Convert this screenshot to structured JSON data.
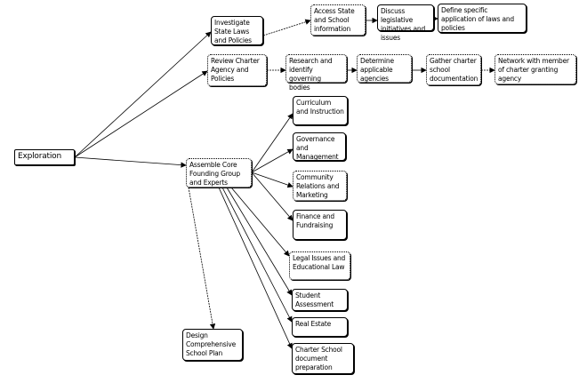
{
  "root": "Exploration",
  "nodes": {
    "investigate": "Investigate State Laws and Policies",
    "access": "Access State and School information",
    "discuss": "Discuss legislative initiatives and issues",
    "define": "Define specific application of laws and policies",
    "review": "Review Charter Agency and Policies",
    "research": "Research and identify governing bodies",
    "determine": "Determine applicable agencies",
    "gather": "Gather charter school documentation",
    "network": "Network with member of charter granting agency",
    "assemble": "Assemble Core Founding Group and Experts",
    "curriculum": "Curriculum and Instruction",
    "governance": "Governance and Management",
    "community": "Community Relations and Marketing",
    "finance": "Finance and Fundraising",
    "legal": "Legal Issues and Educational Law",
    "student": "Student Assessment",
    "realestate": "Real Estate",
    "charterdoc": "Charter School document preparation",
    "design": "Design Comprehensive School Plan"
  }
}
